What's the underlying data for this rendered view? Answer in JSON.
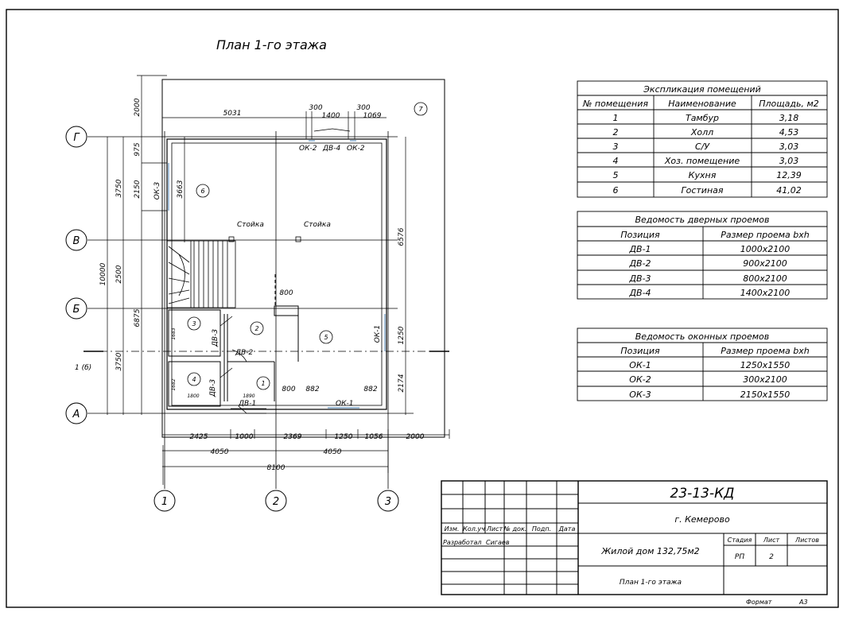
{
  "drawing": {
    "title": "План 1-го этажа",
    "format_label": "Формат",
    "format_value": "А3"
  },
  "axes": {
    "letters": [
      "Г",
      "В",
      "Б",
      "А"
    ],
    "numbers": [
      "1",
      "2",
      "3"
    ]
  },
  "dimensions": {
    "top_overall": "2000",
    "top_5031": "5031",
    "top_300a": "300",
    "top_1400": "1400",
    "top_300b": "300",
    "top_1069": "1069",
    "left_975": "975",
    "left_2150": "2150",
    "left_3663": "3663",
    "left_3750a": "3750",
    "left_10000": "10000",
    "left_2500": "2500",
    "left_6875": "6875",
    "left_3750b": "3750",
    "right_6576": "6576",
    "right_1250": "1250",
    "right_2174": "2174",
    "bottom_2425": "2425",
    "bottom_1000": "1000",
    "bottom_2369": "2369",
    "bottom_1250": "1250",
    "bottom_1056": "1056",
    "bottom_2000": "2000",
    "bottom_4050a": "4050",
    "bottom_4050b": "4050",
    "bottom_8100": "8100",
    "inner_800a": "800",
    "inner_800b": "800",
    "inner_882a": "882",
    "inner_882b": "882",
    "inner_1683": "1683",
    "inner_1682": "1682",
    "inner_1800": "1800",
    "inner_1890": "1890"
  },
  "labels": {
    "ok2_a": "ОК-2",
    "dv4": "ДВ-4",
    "ok2_b": "ОК-2",
    "ok3": "ОК-3",
    "ok1_side": "ОК-1",
    "ok1_bottom": "ОК-1",
    "stoyka_a": "Стойка",
    "stoyka_b": "Стойка",
    "dv3_a": "ДВ-3",
    "dv3_b": "ДВ-3",
    "dv2": "ДВ-2",
    "dv1": "ДВ-1",
    "section": "1 (б)",
    "room1": "1",
    "room2": "2",
    "room3": "3",
    "room4": "4",
    "room5": "5",
    "room6": "6",
    "room7": "7"
  },
  "rooms_table": {
    "title": "Экспликация помещений",
    "headers": [
      "№ помещения",
      "Наименование",
      "Площадь, м2"
    ],
    "rows": [
      [
        "1",
        "Тамбур",
        "3,18"
      ],
      [
        "2",
        "Холл",
        "4,53"
      ],
      [
        "3",
        "С/У",
        "3,03"
      ],
      [
        "4",
        "Хоз. помещение",
        "3,03"
      ],
      [
        "5",
        "Кухня",
        "12,39"
      ],
      [
        "6",
        "Гостиная",
        "41,02"
      ]
    ]
  },
  "doors_table": {
    "title": "Ведомость дверных проемов",
    "headers": [
      "Позиция",
      "Размер проема bxh"
    ],
    "rows": [
      [
        "ДВ-1",
        "1000х2100"
      ],
      [
        "ДВ-2",
        "900х2100"
      ],
      [
        "ДВ-3",
        "800х2100"
      ],
      [
        "ДВ-4",
        "1400х2100"
      ]
    ]
  },
  "windows_table": {
    "title": "Ведомость оконных проемов",
    "headers": [
      "Позиция",
      "Размер проема bxh"
    ],
    "rows": [
      [
        "ОК-1",
        "1250х1550"
      ],
      [
        "ОК-2",
        "300х2100"
      ],
      [
        "ОК-3",
        "2150х1550"
      ]
    ]
  },
  "title_block": {
    "code": "23-13-КД",
    "city": "г. Кемерово",
    "object": "Жилой дом 132,75м2",
    "sheet_name": "План 1-го этажа",
    "col_headers": [
      "Изм.",
      "Кол.уч",
      "Лист",
      "№ док.",
      "Подп.",
      "Дата"
    ],
    "developed_label": "Разработал",
    "developer": "Сигаев",
    "stage_label": "Стадия",
    "sheet_label": "Лист",
    "sheets_label": "Листов",
    "stage": "РП",
    "sheet": "2"
  },
  "colors": {
    "line": "#000000",
    "glazing": "#7fa6c9"
  }
}
